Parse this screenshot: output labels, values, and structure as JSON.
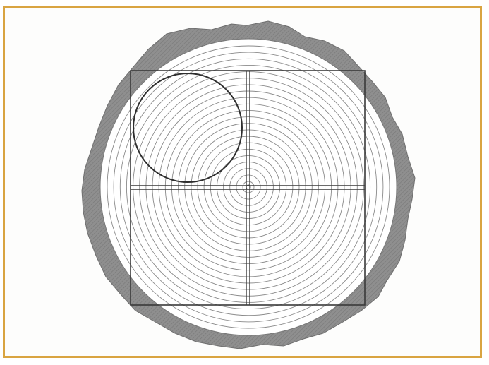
{
  "figure": {
    "frame_color": "#d9a441",
    "bark_color": "#8f8f8f",
    "wood_color": "#ffffff",
    "ring_color": "#8a8a8a",
    "line_color": "#3a3a3a",
    "background_color": "#fdfdfc"
  },
  "cross_section": {
    "shape": "roughly circular log end with irregular bark edge",
    "growth_ring_count": 22,
    "has_pith_center": true
  },
  "overlays": {
    "square_outline": true,
    "quartering_cross_lines": 2,
    "inscribed_circle_in_top_left_quadrant": true
  }
}
